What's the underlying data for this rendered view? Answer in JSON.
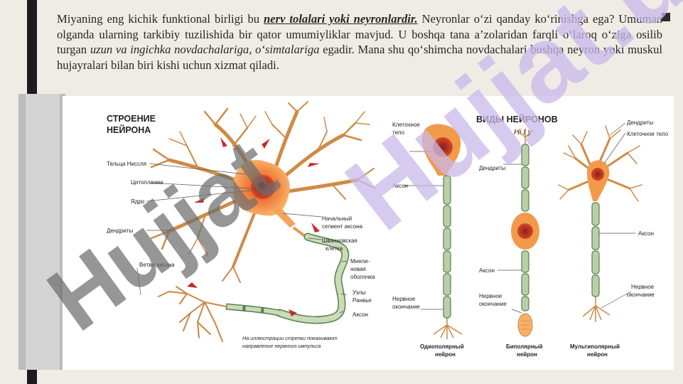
{
  "paragraph": {
    "part1": "Miyaning eng kichik funktional birligi bu ",
    "highlight": "nerv tolalari yoki neyronlardir.",
    "part2": " Neyronlar o‘zi qanday ko‘rinishga ega? Umuman olganda ularning tarkibiy tuzilishida bir qator umumiyliklar mavjud. U boshqa tana a’zolaridan farqli o‘laroq o‘ziga osilib turgan ",
    "italic1": "uzun va ingichka novdachalariga, o‘simtalariga",
    "part3": " egadir. Mana shu qo‘shimcha novdachalari boshqa neyron yoki muskul hujayralari bilan biri kishi uchun xizmat qiladi."
  },
  "figure": {
    "left": {
      "title_line1": "СТРОЕНИЕ",
      "title_line2": "НЕЙРОНА",
      "label_nissl": "Тельца Ниссля",
      "label_cytoplasm": "Цитоплазма",
      "label_nucleus": "Ядро",
      "label_dendrites": "Дендриты",
      "label_axon_branches": "Ветви аксона",
      "label_initial_segment_1": "Начальный",
      "label_initial_segment_2": "сегмент аксона",
      "label_schwann_1": "Шванновская",
      "label_schwann_2": "клетка",
      "label_myelin_1": "Миели-",
      "label_myelin_2": "новая",
      "label_myelin_3": "оболочка",
      "label_ranvier_1": "Узлы",
      "label_ranvier_2": "Ранвье",
      "label_axon": "Аксон",
      "caption_1": "На иллюстрации стрелки показывают",
      "caption_2": "направление нервного импульса"
    },
    "right": {
      "title": "ВИДЫ НЕЙРОНОВ",
      "label_cell_body_1": "Клеточное",
      "label_cell_body_2": "тело",
      "label_axon_uni": "Аксон",
      "label_nerve_end_1": "Нервное",
      "label_nerve_end_2": "окончание",
      "label_dendrites_bi": "Дендриты",
      "label_axon_bi": "Аксон",
      "label_nerve_end_bi_1": "Нервное",
      "label_nerve_end_bi_2": "окончание",
      "label_dendrites_multi": "Дендриты",
      "label_cell_body_multi": "Клеточное тело",
      "label_axon_multi": "Аксон",
      "label_nerve_end_multi_1": "Нервное",
      "label_nerve_end_multi_2": "окончание",
      "type_uni_1": "Одиополярный",
      "type_uni_2": "нейрон",
      "type_bi_1": "Биполярный",
      "type_bi_2": "нейрон",
      "type_multi_1": "Мультиполярный",
      "type_multi_2": "нейрон",
      "handwritten_mark": "Hi f y"
    }
  },
  "watermark": {
    "dark_text": "Hujjat",
    "lilac_text": "Hujjat.uz"
  },
  "colors": {
    "cell_orange": "#f39a4a",
    "cell_core": "#e8551f",
    "axon_green": "#b9cfa6",
    "dendrite": "#c98846",
    "watermark_dark": "#6e6e6e",
    "watermark_lilac": "#c9b8ea"
  }
}
